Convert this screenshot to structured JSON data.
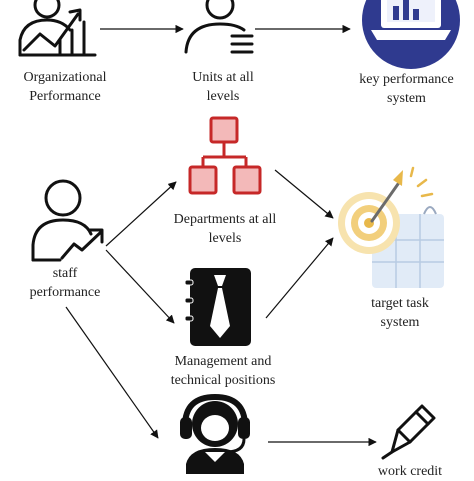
{
  "nodes": {
    "org_performance": {
      "line1": "Organizational",
      "line2": "Performance",
      "icon": "chart-person-icon"
    },
    "units_all_levels": {
      "line1": "Units at all",
      "line2": "levels",
      "icon": "person-list-icon"
    },
    "key_performance_system": {
      "line1": "key performance",
      "line2": "system",
      "icon": "laptop-chart-icon"
    },
    "staff_performance": {
      "line1": "staff",
      "line2": "performance",
      "icon": "person-growth-icon"
    },
    "departments_all_levels": {
      "line1": "Departments at all",
      "line2": "levels",
      "icon": "org-chart-icon"
    },
    "management_technical": {
      "line1": "Management and",
      "line2": "technical positions",
      "icon": "tie-icon"
    },
    "target_task_system": {
      "line1": "target task",
      "line2": "system",
      "icon": "target-clipboard-icon"
    },
    "work_credit": {
      "line1": "work credit",
      "icon": "pencil-icon"
    },
    "support_agent": {
      "icon": "headset-person-icon"
    }
  },
  "colors": {
    "line": "#111111",
    "red": "#c62828",
    "red_fill": "#f3b9b9",
    "navy": "#2f3a8f",
    "gold": "#e8b84a",
    "light_blue": "#d9e6f5"
  }
}
